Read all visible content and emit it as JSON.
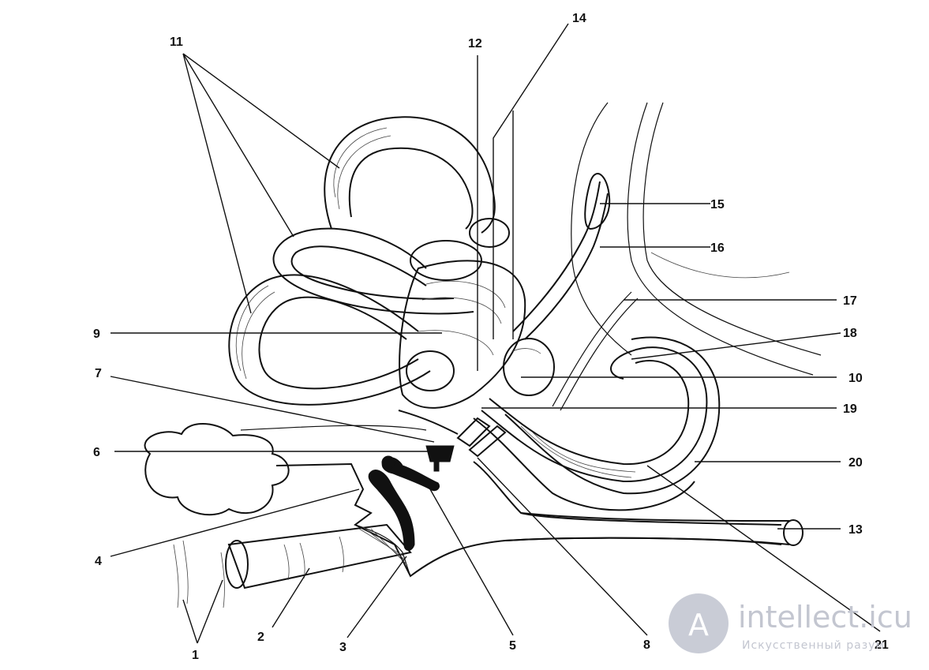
{
  "labels": {
    "l1": "1",
    "l2": "2",
    "l3": "3",
    "l4": "4",
    "l5": "5",
    "l6": "6",
    "l7": "7",
    "l8": "8",
    "l9": "9",
    "l10": "10",
    "l11": "11",
    "l12": "12",
    "l13": "13",
    "l14": "14",
    "l15": "15",
    "l16": "16",
    "l17": "17",
    "l18": "18",
    "l19": "19",
    "l20": "20",
    "l21": "21"
  },
  "watermark": {
    "logo_letter": "A",
    "brand": "intellect.icu",
    "tagline": "Искусственный разум"
  }
}
